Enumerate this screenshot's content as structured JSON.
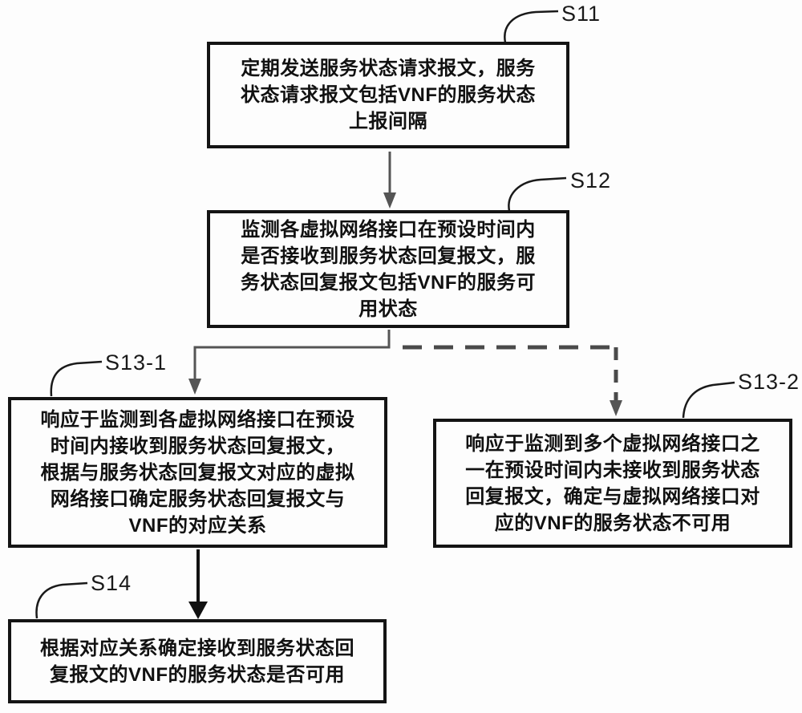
{
  "figure": {
    "type": "flowchart",
    "background_color": "#fdfdfd",
    "box_border_color": "#141414",
    "text_color": "#111111",
    "solid_arrow_color": "#555555",
    "emphasis_arrow_color": "#111111",
    "dashed_arrow_color": "#4a4a4a"
  },
  "steps": {
    "s11": {
      "label": "S11",
      "lines": [
        "定期发送服务状态请求报文，服务",
        "状态请求报文包括VNF的服务状态",
        "上报间隔"
      ]
    },
    "s12": {
      "label": "S12",
      "lines": [
        "监测各虚拟网络接口在预设时间内",
        "是否接收到服务状态回复报文，服",
        "务状态回复报文包括VNF的服务可",
        "用状态"
      ]
    },
    "s13_1": {
      "label": "S13-1",
      "lines": [
        "响应于监测到各虚拟网络接口在预设",
        "时间内接收到服务状态回复报文，",
        "根据与服务状态回复报文对应的虚拟",
        "网络接口确定服务状态回复报文与",
        "VNF的对应关系"
      ]
    },
    "s13_2": {
      "label": "S13-2",
      "lines": [
        "响应于监测到多个虚拟网络接口之",
        "一在预设时间内未接收到服务状态",
        "回复报文，确定与虚拟网络接口对",
        "应的VNF的服务状态不可用"
      ]
    },
    "s14": {
      "label": "S14",
      "lines": [
        "根据对应关系确定接收到服务状态回",
        "复报文的VNF的服务状态是否可用"
      ]
    }
  }
}
